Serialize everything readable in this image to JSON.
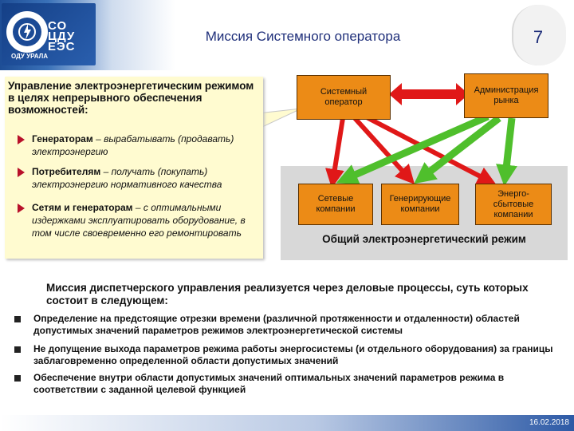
{
  "header": {
    "logo": {
      "main": "СО ЦДУ ЕЭС",
      "sub": "ОДУ УРАЛА"
    },
    "title": "Миссия Системного оператора",
    "page_number": "7"
  },
  "left_panel": {
    "heading": "Управление электроэнергетическим режимом в целях непрерывного обеспечения возможностей:",
    "items": [
      {
        "lead": "Генераторам",
        "rest": " – вырабатывать (продавать) электроэнергию"
      },
      {
        "lead": "Потребителям",
        "rest": " – получать (покупать) электроэнергию нормативного качества"
      },
      {
        "lead": "Сетям и генераторам",
        "rest": " – с оптимальными издержками эксплуатировать оборудование, в том числе своевременно его ремонтировать"
      }
    ]
  },
  "diagram": {
    "top_boxes": [
      {
        "label_lines": [
          "Системный",
          "оператор"
        ]
      },
      {
        "label_lines": [
          "Администрация",
          "рынка"
        ]
      }
    ],
    "bottom_boxes": [
      {
        "label_lines": [
          "Сетевые",
          "компании"
        ]
      },
      {
        "label_lines": [
          "Генерирующие",
          "компании"
        ]
      },
      {
        "label_lines": [
          "Энерго-",
          "сбытовые",
          "компании"
        ]
      }
    ],
    "regime_label": "Общий электроэнергетический режим",
    "colors": {
      "box": "#ec8b16",
      "red_arrow": "#e01818",
      "green_arrow": "#4fbf2c",
      "grey_panel": "#d8d8d8"
    }
  },
  "mission": {
    "intro": "Миссия диспетчерского управления реализуется через деловые процессы, суть которых состоит в следующем:",
    "processes": [
      "Определение на предстоящие отрезки времени (различной протяженности и отдаленности) областей допустимых значений параметров режимов электроэнергетической системы",
      "Не допущение выхода параметров режима работы энергосистемы (и отдельного оборудования) за границы заблаговременно определенной области допустимых значений",
      "Обеспечение внутри области допустимых значений оптимальных значений параметров режима в соответствии с заданной целевой функцией"
    ]
  },
  "footer": {
    "date": "16.02.2018"
  }
}
